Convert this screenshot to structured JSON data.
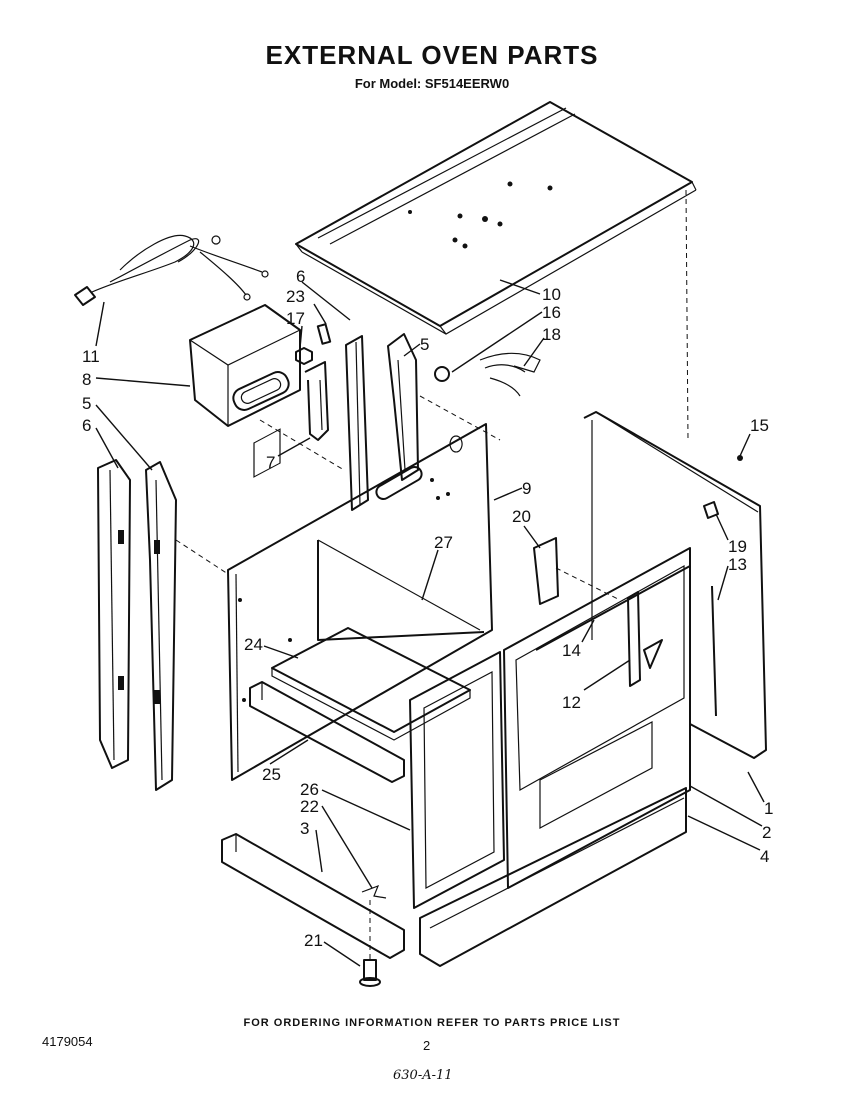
{
  "header": {
    "title": "EXTERNAL OVEN PARTS",
    "model_line": "For Model: SF514EERW0"
  },
  "callouts": [
    {
      "id": "c1",
      "label": "1"
    },
    {
      "id": "c2",
      "label": "2"
    },
    {
      "id": "c3",
      "label": "3"
    },
    {
      "id": "c4",
      "label": "4"
    },
    {
      "id": "c5a",
      "label": "5"
    },
    {
      "id": "c5b",
      "label": "5"
    },
    {
      "id": "c6a",
      "label": "6"
    },
    {
      "id": "c6b",
      "label": "6"
    },
    {
      "id": "c7",
      "label": "7"
    },
    {
      "id": "c8",
      "label": "8"
    },
    {
      "id": "c9",
      "label": "9"
    },
    {
      "id": "c10",
      "label": "10"
    },
    {
      "id": "c11",
      "label": "11"
    },
    {
      "id": "c12",
      "label": "12"
    },
    {
      "id": "c13",
      "label": "13"
    },
    {
      "id": "c14",
      "label": "14"
    },
    {
      "id": "c15",
      "label": "15"
    },
    {
      "id": "c16",
      "label": "16"
    },
    {
      "id": "c17",
      "label": "17"
    },
    {
      "id": "c18",
      "label": "18"
    },
    {
      "id": "c19",
      "label": "19"
    },
    {
      "id": "c20",
      "label": "20"
    },
    {
      "id": "c21",
      "label": "21"
    },
    {
      "id": "c22",
      "label": "22"
    },
    {
      "id": "c23",
      "label": "23"
    },
    {
      "id": "c24",
      "label": "24"
    },
    {
      "id": "c25",
      "label": "25"
    },
    {
      "id": "c26",
      "label": "26"
    },
    {
      "id": "c27",
      "label": "27"
    }
  ],
  "footer": {
    "ordering_note": "FOR ORDERING INFORMATION REFER TO PARTS PRICE LIST",
    "document_number": "4179054",
    "page_number": "2",
    "handwritten_code": "630-A-11"
  }
}
